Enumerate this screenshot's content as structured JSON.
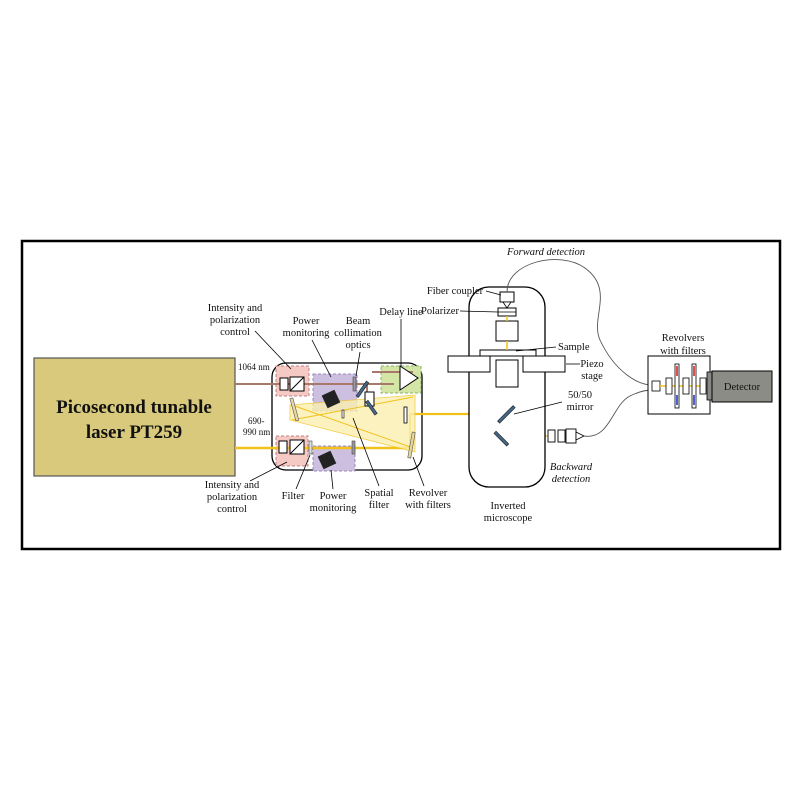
{
  "laser": {
    "line1": "Picosecond tunable",
    "line2": "laser PT259",
    "fill_color": "#d8c97c"
  },
  "beams": {
    "ir_label": "1064 nm",
    "vis_label_1": "690-",
    "vis_label_2": "990 nm",
    "ir_color": "#a8786a",
    "vis_color": "#f2c21a"
  },
  "labels": {
    "intensity_top": [
      "Intensity and",
      "polarization",
      "control"
    ],
    "power_top": [
      "Power",
      "monitoring"
    ],
    "beam_collimation": [
      "Beam",
      "collimation",
      "optics"
    ],
    "delay_line": "Delay line",
    "intensity_bottom": [
      "Intensity and",
      "polarization",
      "control"
    ],
    "filter": "Filter",
    "power_bottom": [
      "Power",
      "monitoring"
    ],
    "spatial_filter": [
      "Spatial",
      "filter"
    ],
    "revolver_bottom": [
      "Revolver",
      "with filters"
    ],
    "forward_detection": "Forward detection",
    "fiber_coupler": "Fiber coupler",
    "polarizer": "Polarizer",
    "sample": "Sample",
    "piezo_stage": [
      "Piezo",
      "stage"
    ],
    "mirror": [
      "50/50",
      "mirror"
    ],
    "backward_detection": [
      "Backward",
      "detection"
    ],
    "inverted_microscope": [
      "Inverted",
      "microscope"
    ],
    "revolvers_top": [
      "Revolvers",
      "with filters"
    ],
    "detector": "Detector"
  },
  "colors": {
    "intensity_box": "#f5c9c4",
    "power_box": "#cdbfe0",
    "delay_box": "#d3e6a6",
    "detector_fill": "#8c8c86"
  }
}
